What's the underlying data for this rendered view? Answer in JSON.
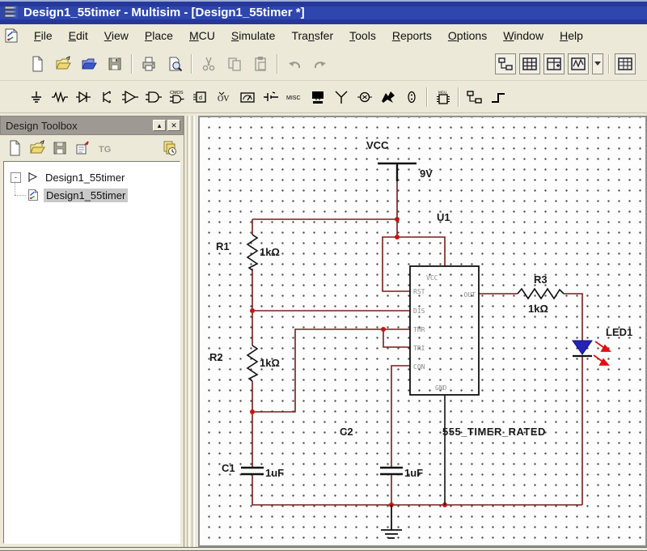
{
  "window": {
    "title": "Design1_55timer - Multisim - [Design1_55timer *]"
  },
  "menu": {
    "items": [
      {
        "label": "File",
        "u": 0
      },
      {
        "label": "Edit",
        "u": 0
      },
      {
        "label": "View",
        "u": 0
      },
      {
        "label": "Place",
        "u": 0
      },
      {
        "label": "MCU",
        "u": 0
      },
      {
        "label": "Simulate",
        "u": 0
      },
      {
        "label": "Transfer",
        "u": 3
      },
      {
        "label": "Tools",
        "u": 0
      },
      {
        "label": "Reports",
        "u": 0
      },
      {
        "label": "Options",
        "u": 0
      },
      {
        "label": "Window",
        "u": 0
      },
      {
        "label": "Help",
        "u": 0
      }
    ]
  },
  "toolbar_main": {
    "left": [
      "new",
      "open",
      "open-samples",
      "save",
      "|",
      "print",
      "print-preview",
      "|",
      "cut",
      "copy",
      "paste",
      "|",
      "undo",
      "redo"
    ],
    "disabled": [
      "cut",
      "copy",
      "paste",
      "undo",
      "redo"
    ],
    "right": [
      "design-toolbox-view",
      "spreadsheet-view",
      "database-view",
      "grapher-view",
      "grapher-dropdown",
      "|",
      "in-use-list"
    ]
  },
  "toolbar_components": [
    "source",
    "resistor",
    "diode",
    "transistor",
    "analog",
    "ttl",
    "cmos",
    "misc-digital",
    "mixed",
    "indicator",
    "power-component",
    "misc",
    "advanced-peripherals",
    "rf",
    "electromechanical",
    "ni-component",
    "connector",
    "|",
    "mcu-component",
    "|",
    "hierarchy",
    "bus"
  ],
  "component_icon_text": {
    "misc": "MISC",
    "cmos": "CMOS",
    "mixed": "OV",
    "mcu": "MCU"
  },
  "design_toolbox": {
    "title": "Design Toolbox",
    "buttons": [
      "new-sheet",
      "open-design",
      "save-design",
      "edit-sheet",
      "tg",
      "view-all"
    ],
    "tree": {
      "root_expander": "-",
      "root_label": "Design1_55timer",
      "child_label": "Design1_55timer"
    },
    "title_buttons": {
      "minimize": "▴",
      "close": "✕"
    }
  },
  "schematic": {
    "power_net": {
      "label": "VCC",
      "value": "9V"
    },
    "u1": {
      "ref": "U1",
      "part": "555_TIMER_RATED",
      "pins": {
        "vcc": "VCC",
        "rst": "RST",
        "dis": "DIS",
        "thr": "THR",
        "tri": "TRI",
        "con": "CON",
        "gnd": "GND",
        "out": "OUT"
      }
    },
    "r1": {
      "ref": "R1",
      "value": "1kΩ"
    },
    "r2": {
      "ref": "R2",
      "value": "1kΩ"
    },
    "r3": {
      "ref": "R3",
      "value": "1kΩ"
    },
    "c1": {
      "ref": "C1",
      "value": "1uF"
    },
    "c2": {
      "ref": "C2",
      "value": "1uF"
    },
    "led1": {
      "ref": "LED1"
    },
    "colors": {
      "wire": "#7a1c1c",
      "junction": "#cc1111",
      "symbol": "#111111",
      "led_body": "#2323b8",
      "led_arrow": "#e01010",
      "led_label": "#2222aa",
      "pin_text": "#8a8a8a"
    }
  }
}
